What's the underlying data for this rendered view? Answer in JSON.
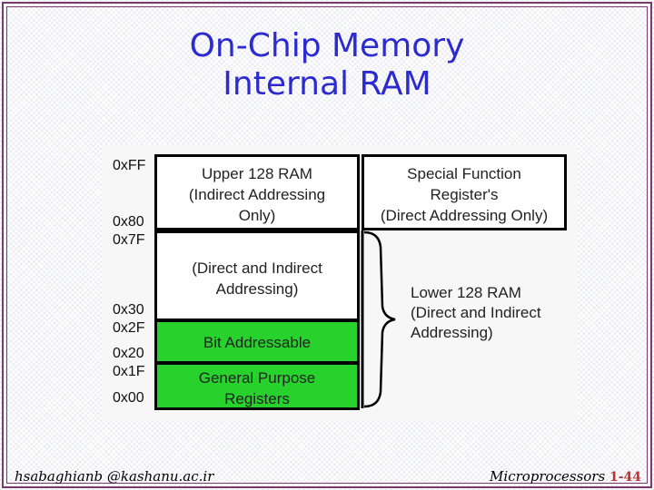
{
  "title": {
    "line1": "On-Chip Memory",
    "line2": "Internal RAM"
  },
  "addresses": [
    "0xFF",
    "0x80",
    "0x7F",
    "0x30",
    "0x2F",
    "0x20",
    "0x1F",
    "0x00"
  ],
  "blocks": {
    "upper": [
      "Upper 128 RAM",
      "(Indirect Addressing",
      "Only)"
    ],
    "sfr": [
      "Special Function",
      "Register's",
      "(Direct Addressing Only)"
    ],
    "direct": [
      "(Direct and Indirect",
      "Addressing)"
    ],
    "bit": [
      "Bit Addressable"
    ],
    "gpr": [
      "General Purpose",
      "Registers"
    ],
    "lower": [
      "Lower 128 RAM",
      "(Direct and Indirect",
      "Addressing)"
    ]
  },
  "colors": {
    "title": "#2b2bd0",
    "green": "#27d22d",
    "frame": "#7a3a6a"
  },
  "footer": {
    "email": "hsabaghianb @kashanu.ac.ir",
    "course": "Microprocessors",
    "page": "1-44"
  }
}
